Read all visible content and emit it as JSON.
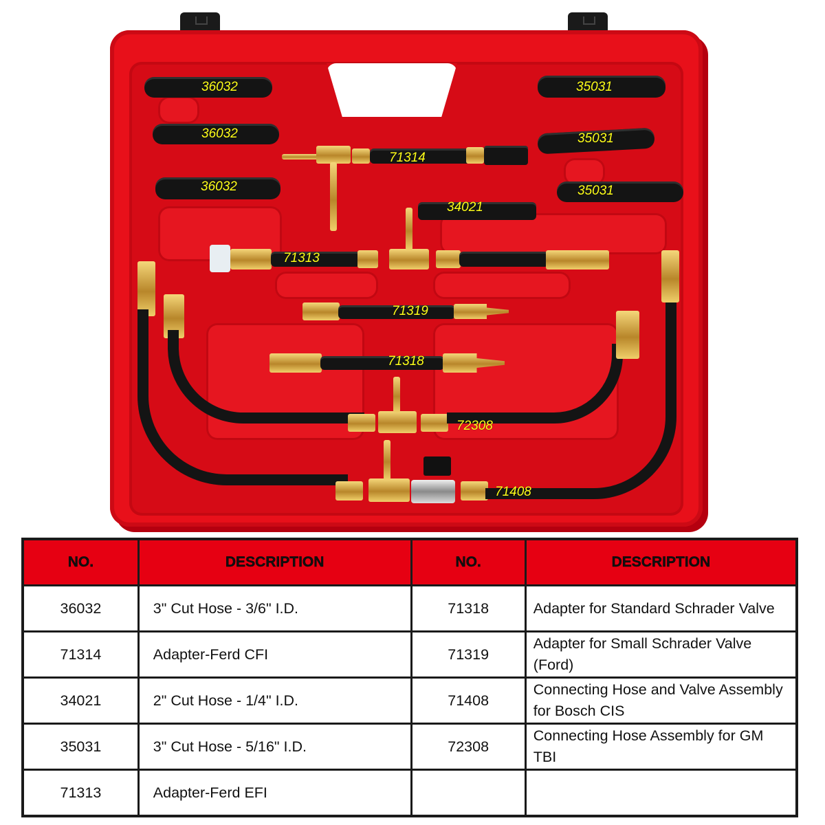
{
  "photo": {
    "subject": "Red fuel injection pressure tester case with labeled hoses and adapters",
    "colors": {
      "case_red": "#e8101a",
      "label_yellow": "#ffff1a",
      "hose_black": "#141414",
      "brass": "#d4a84a"
    },
    "labels": {
      "hose_36032_a": "36032",
      "hose_36032_b": "36032",
      "hose_36032_c": "36032",
      "hose_35031_a": "35031",
      "hose_35031_b": "35031",
      "hose_35031_c": "35031",
      "adapter_71314": "71314",
      "hose_34021": "34021",
      "adapter_71313": "71313",
      "adapter_71319": "71319",
      "adapter_71318": "71318",
      "assembly_72308": "72308",
      "assembly_71408": "71408"
    }
  },
  "table": {
    "header_color": "#e60012",
    "headers": [
      "NO.",
      "DESCRIPTION",
      "NO.",
      "DESCRIPTION"
    ],
    "rows": [
      {
        "no_left": "36032",
        "desc_left": "3\" Cut Hose - 3/6\" I.D.",
        "no_right": "71318",
        "desc_right": "Adapter for Standard Schrader Valve"
      },
      {
        "no_left": "71314",
        "desc_left": "Adapter-Ferd CFI",
        "no_right": "71319",
        "desc_right": "Adapter for Small Schrader Valve (Ford)"
      },
      {
        "no_left": "34021",
        "desc_left": "2\" Cut Hose - 1/4\" I.D.",
        "no_right": "71408",
        "desc_right": "Connecting Hose and Valve Assembly for Bosch CIS"
      },
      {
        "no_left": "35031",
        "desc_left": "3\" Cut Hose - 5/16\" I.D.",
        "no_right": "72308",
        "desc_right": "Connecting Hose Assembly for GM TBI"
      },
      {
        "no_left": "71313",
        "desc_left": "Adapter-Ferd EFI",
        "no_right": "",
        "desc_right": ""
      }
    ]
  }
}
